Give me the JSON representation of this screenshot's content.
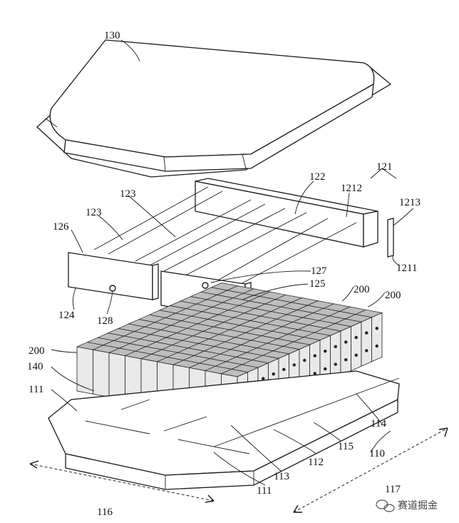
{
  "labels": {
    "l130": "130",
    "l122": "122",
    "l121": "121",
    "l1212": "1212",
    "l1213": "1213",
    "l123a": "123",
    "l123b": "123",
    "l126": "126",
    "l1211": "1211",
    "l127": "127",
    "l125": "125",
    "l124": "124",
    "l128": "128",
    "l200a": "200",
    "l200b": "200",
    "l200c": "200",
    "l140": "140",
    "l111a": "111",
    "l111b": "111",
    "l114": "114",
    "l115": "115",
    "l110": "110",
    "l112": "112",
    "l113": "113",
    "l116": "116",
    "l117": "117"
  },
  "watermark": {
    "text": "赛道掘金"
  }
}
